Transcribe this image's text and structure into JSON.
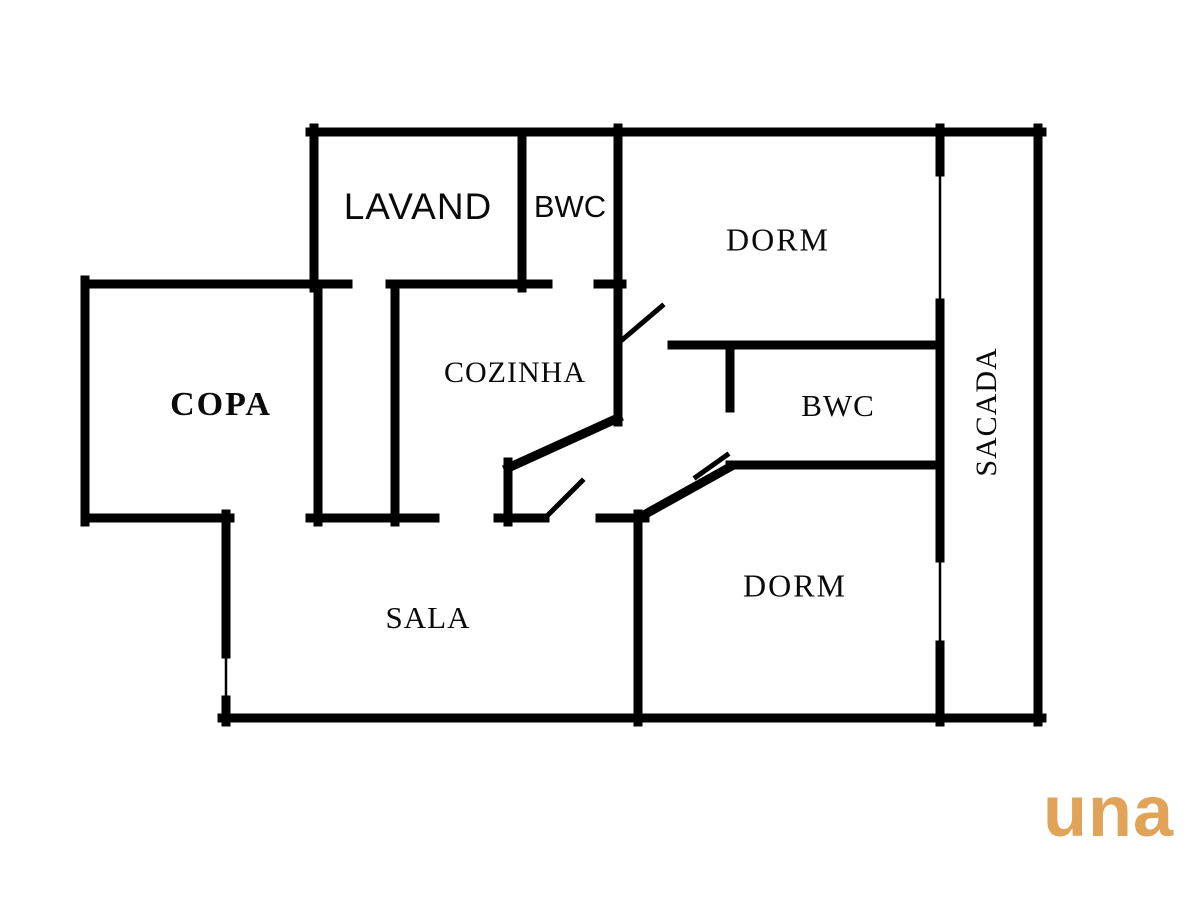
{
  "floorplan": {
    "rooms": {
      "lavand": {
        "label": "LAVAND"
      },
      "bwc_top": {
        "label": "BWC"
      },
      "dorm_top": {
        "label": "DORM"
      },
      "copa": {
        "label": "COPA"
      },
      "cozinha": {
        "label": "COZINHA"
      },
      "bwc_mid": {
        "label": "BWC"
      },
      "sacada": {
        "label": "SACADA"
      },
      "sala": {
        "label": "SALA"
      },
      "dorm_bottom": {
        "label": "DORM"
      }
    },
    "colors": {
      "wall": "#000000",
      "background": "#ffffff",
      "logo": "#e0a358"
    }
  },
  "branding": {
    "logo_text": "una"
  }
}
